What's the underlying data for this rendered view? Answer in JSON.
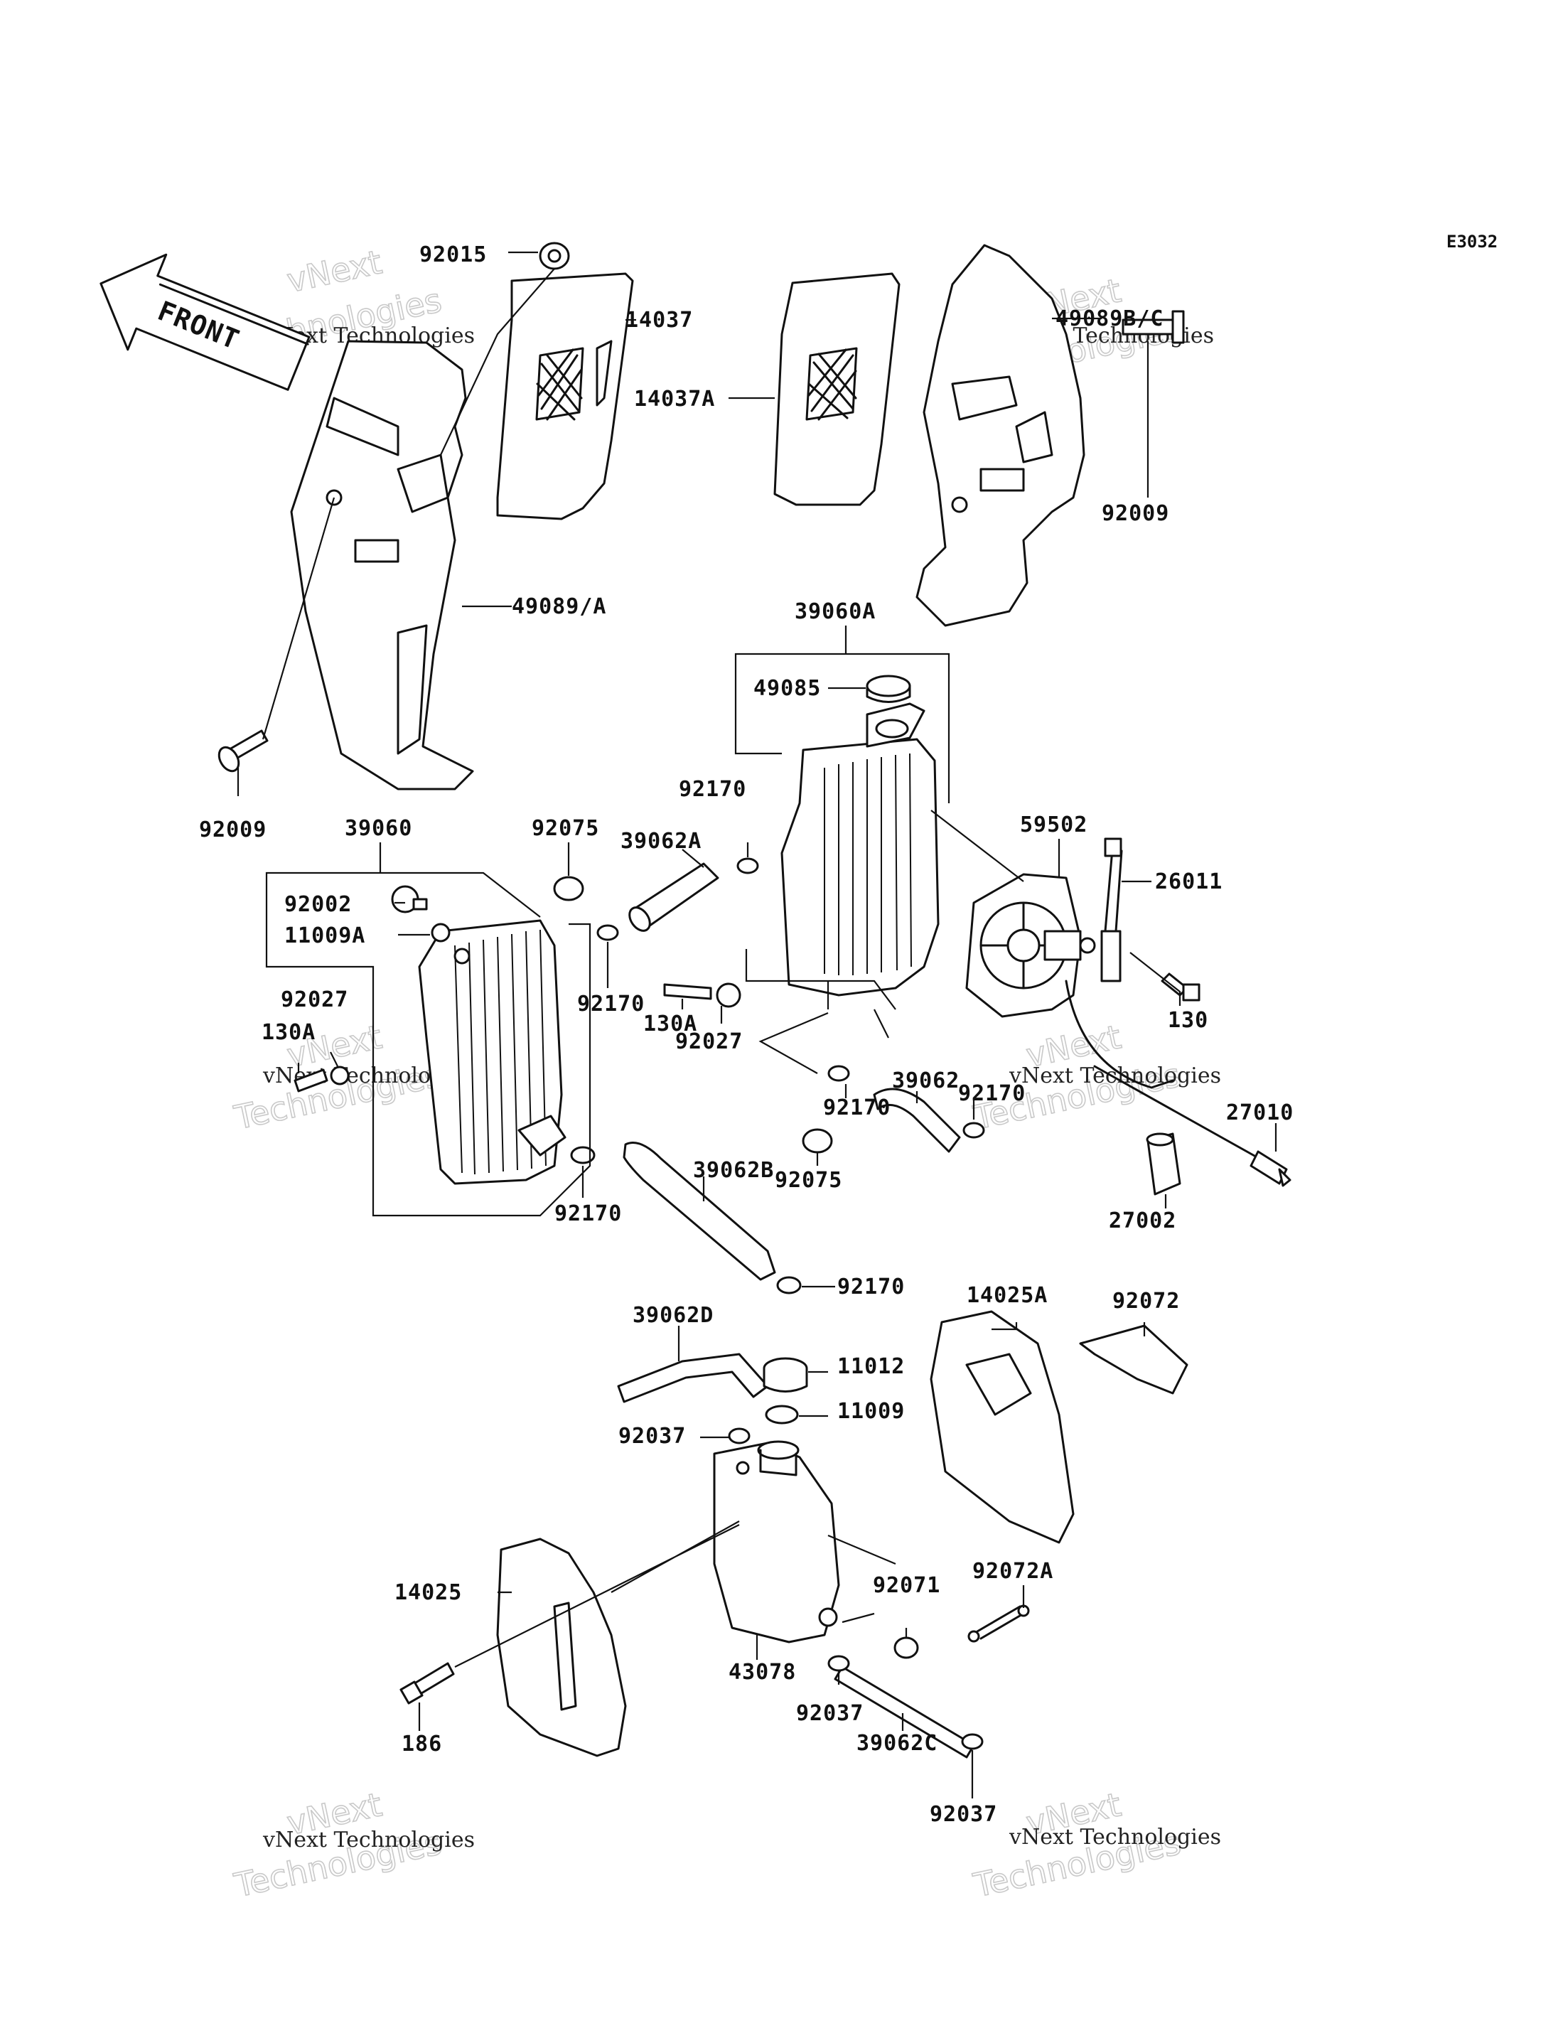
{
  "diagram": {
    "code": "E3032",
    "front_arrow_text": "FRONT",
    "watermark": {
      "company": "vNext Technologies",
      "word_top": "vNext",
      "word_bottom": "Technologies"
    },
    "parts": [
      {
        "id": "p0",
        "label": "92015"
      },
      {
        "id": "p1",
        "label": "14037"
      },
      {
        "id": "p2",
        "label": "14037A"
      },
      {
        "id": "p3",
        "label": "49089B/C"
      },
      {
        "id": "p4",
        "label": "92009"
      },
      {
        "id": "p5",
        "label": "49089/A"
      },
      {
        "id": "p6",
        "label": "92009"
      },
      {
        "id": "p7",
        "label": "39060A"
      },
      {
        "id": "p8",
        "label": "49085"
      },
      {
        "id": "p9",
        "label": "39060"
      },
      {
        "id": "p10",
        "label": "92075"
      },
      {
        "id": "p11",
        "label": "92170"
      },
      {
        "id": "p12",
        "label": "39062A"
      },
      {
        "id": "p13",
        "label": "59502"
      },
      {
        "id": "p14",
        "label": "26011"
      },
      {
        "id": "p15",
        "label": "92002"
      },
      {
        "id": "p16",
        "label": "11009A"
      },
      {
        "id": "p17",
        "label": "92170"
      },
      {
        "id": "p18",
        "label": "130"
      },
      {
        "id": "p19",
        "label": "130A"
      },
      {
        "id": "p20",
        "label": "92027"
      },
      {
        "id": "p21",
        "label": "130A"
      },
      {
        "id": "p22",
        "label": "92027"
      },
      {
        "id": "p23",
        "label": "39062"
      },
      {
        "id": "p24",
        "label": "92170"
      },
      {
        "id": "p25",
        "label": "92170"
      },
      {
        "id": "p26",
        "label": "27010"
      },
      {
        "id": "p27",
        "label": "92075"
      },
      {
        "id": "p28",
        "label": "39062B"
      },
      {
        "id": "p29",
        "label": "27002"
      },
      {
        "id": "p30",
        "label": "92170"
      },
      {
        "id": "p31",
        "label": "92170"
      },
      {
        "id": "p32",
        "label": "39062D"
      },
      {
        "id": "p33",
        "label": "14025A"
      },
      {
        "id": "p34",
        "label": "92072"
      },
      {
        "id": "p35",
        "label": "11012"
      },
      {
        "id": "p36",
        "label": "11009"
      },
      {
        "id": "p37",
        "label": "92037"
      },
      {
        "id": "p38",
        "label": "14025"
      },
      {
        "id": "p39",
        "label": "92071"
      },
      {
        "id": "p40",
        "label": "92072A"
      },
      {
        "id": "p41",
        "label": "43078"
      },
      {
        "id": "p42",
        "label": "186"
      },
      {
        "id": "p43",
        "label": "92037"
      },
      {
        "id": "p44",
        "label": "39062C"
      },
      {
        "id": "p45",
        "label": "92037"
      }
    ]
  }
}
